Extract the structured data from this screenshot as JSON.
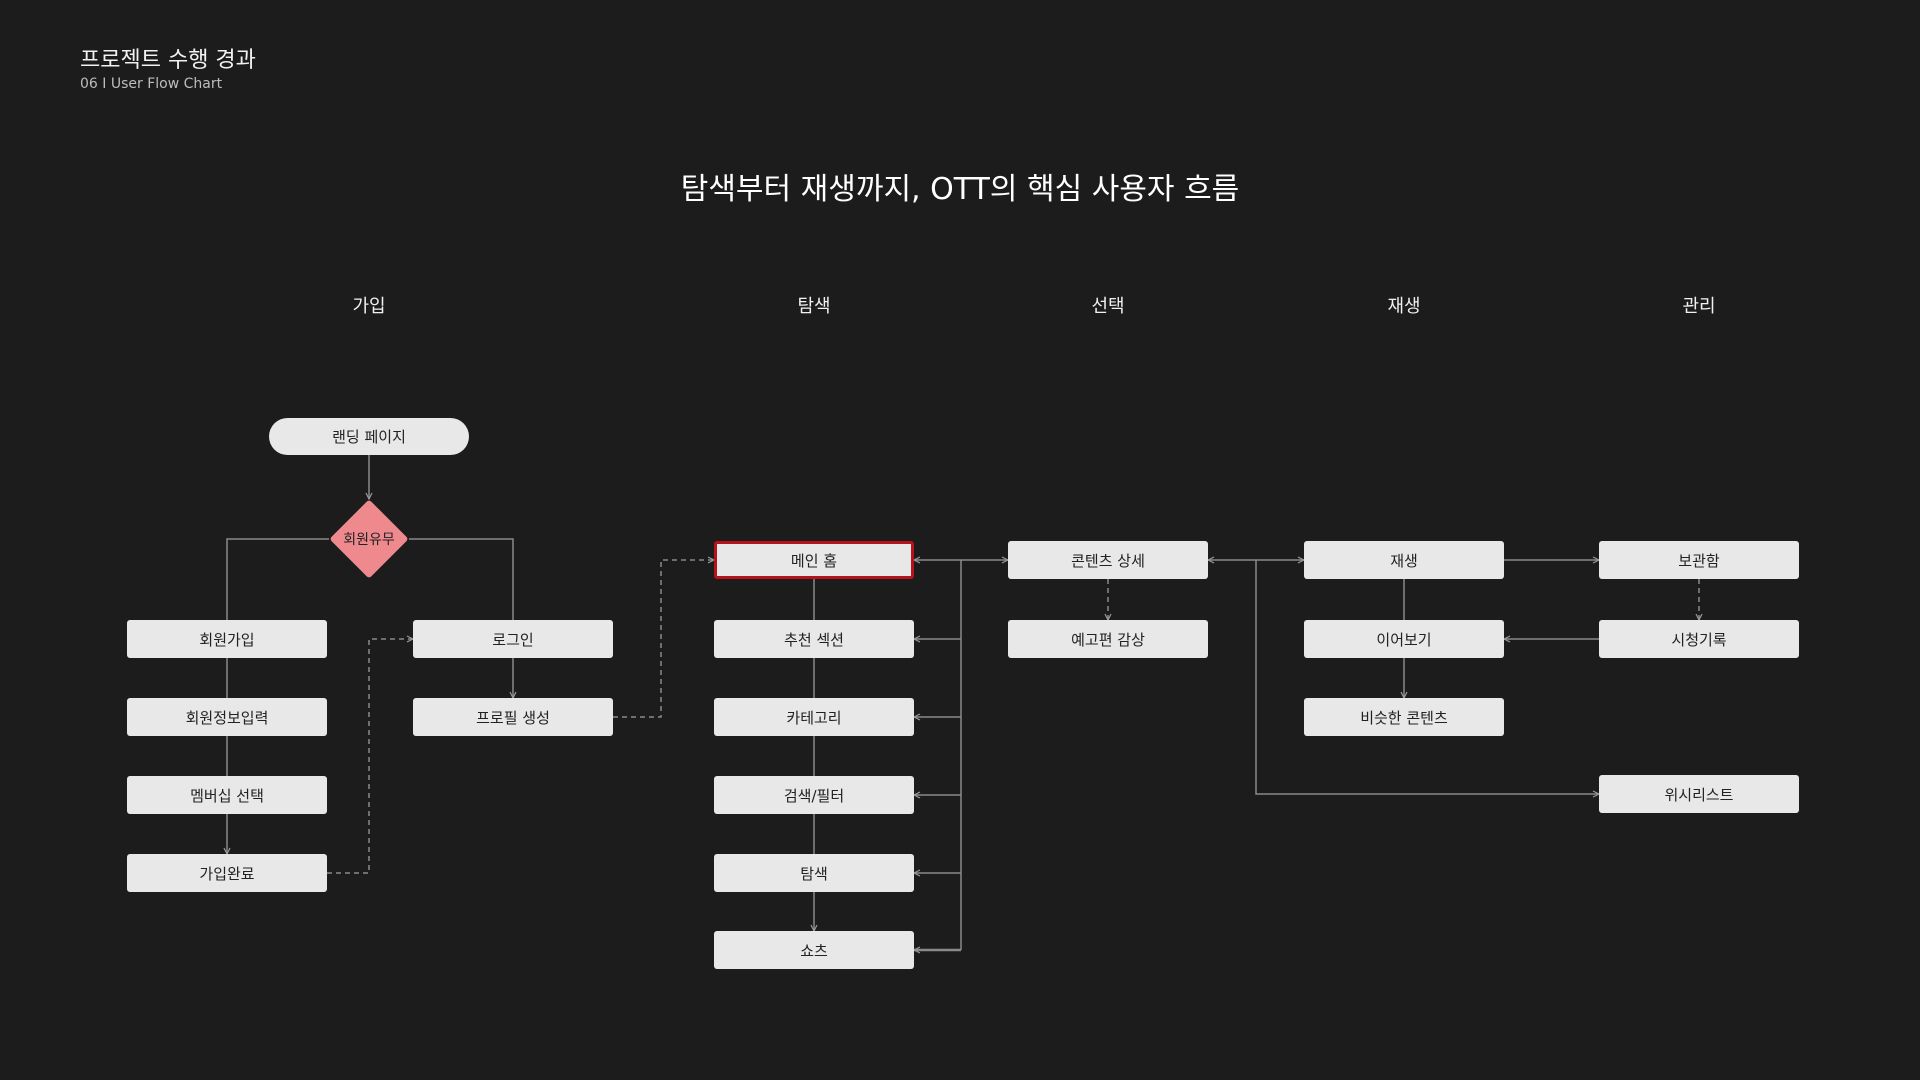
{
  "header": {
    "title": "프로젝트 수행 경과",
    "subtitle": "06  I  User Flow Chart"
  },
  "main_title": "탐색부터 재생까지, OTT의 핵심 사용자 흐름",
  "columns": [
    "가입",
    "탐색",
    "선택",
    "재생",
    "관리"
  ],
  "signup": {
    "landing": "랜딩 페이지",
    "decision": "회원유무",
    "join": [
      "회원가입",
      "회원정보입력",
      "멤버십 선택",
      "가입완료"
    ],
    "login": [
      "로그인",
      "프로필 생성"
    ]
  },
  "explore": [
    "메인 홈",
    "추천 섹션",
    "카테고리",
    "검색/필터",
    "탐색",
    "쇼츠"
  ],
  "select": [
    "콘텐츠 상세",
    "예고편 감상"
  ],
  "play": [
    "재생",
    "이어보기",
    "비슷한 콘텐츠"
  ],
  "manage": [
    "보관함",
    "시청기록",
    "위시리스트"
  ],
  "colors": {
    "background": "#1c1c1c",
    "node": "#e8e8e8",
    "decision": "#ee8a8e",
    "highlight": "#b5121b",
    "line": "#8a8a8a"
  }
}
